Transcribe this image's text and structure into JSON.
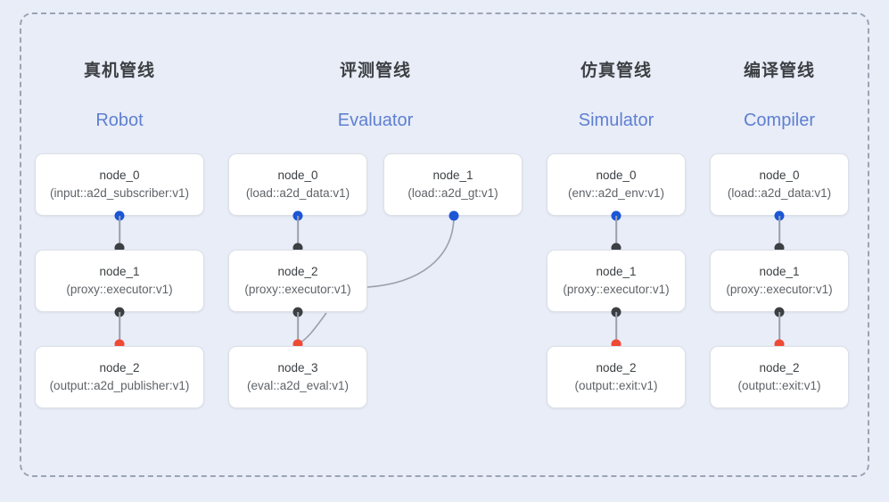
{
  "panel": {
    "border_color": "#9ba4b6",
    "background": "#e8edf8"
  },
  "palette": {
    "output_dot": "#1a56d6",
    "passthrough_dot": "#3c4043",
    "input_dot": "#ef4a35",
    "edge": "#9aa0ac",
    "subtitle": "#5f7fd0"
  },
  "columns": [
    {
      "title": "真机管线",
      "subtitle": "Robot",
      "nodes": [
        {
          "name": "node_0",
          "spec": "(input::a2d_subscriber:v1)"
        },
        {
          "name": "node_1",
          "spec": "(proxy::executor:v1)"
        },
        {
          "name": "node_2",
          "spec": "(output::a2d_publisher:v1)"
        }
      ]
    },
    {
      "title": "评测管线",
      "subtitle": "Evaluator",
      "nodes": [
        {
          "name": "node_0",
          "spec": "(load::a2d_data:v1)"
        },
        {
          "name": "node_2",
          "spec": "(proxy::executor:v1)"
        },
        {
          "name": "node_3",
          "spec": "(eval::a2d_eval:v1)"
        },
        {
          "name": "node_1",
          "spec": "(load::a2d_gt:v1)"
        }
      ]
    },
    {
      "title": "仿真管线",
      "subtitle": "Simulator",
      "nodes": [
        {
          "name": "node_0",
          "spec": "(env::a2d_env:v1)"
        },
        {
          "name": "node_1",
          "spec": "(proxy::executor:v1)"
        },
        {
          "name": "node_2",
          "spec": "(output::exit:v1)"
        }
      ]
    },
    {
      "title": "编译管线",
      "subtitle": "Compiler",
      "nodes": [
        {
          "name": "node_0",
          "spec": "(load::a2d_data:v1)"
        },
        {
          "name": "node_1",
          "spec": "(proxy::executor:v1)"
        },
        {
          "name": "node_2",
          "spec": "(output::exit:v1)"
        }
      ]
    }
  ]
}
